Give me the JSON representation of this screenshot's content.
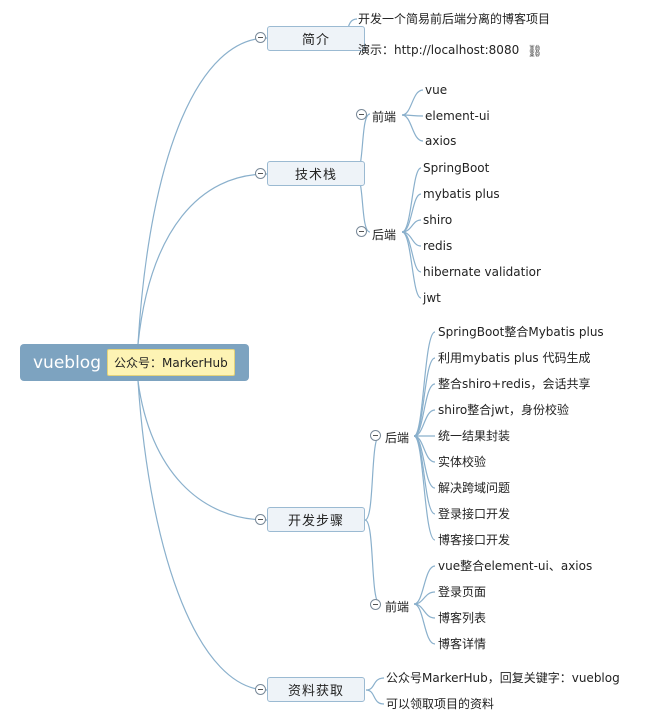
{
  "root": {
    "title": "vueblog",
    "note": "公众号：MarkerHub"
  },
  "intro": {
    "label": "简介",
    "items": [
      "开发一个简易前后端分离的博客项目",
      "演示：http://localhost:8080"
    ]
  },
  "tech": {
    "label": "技术栈",
    "frontend": {
      "label": "前端",
      "items": [
        "vue",
        "element-ui",
        "axios"
      ]
    },
    "backend": {
      "label": "后端",
      "items": [
        "SpringBoot",
        "mybatis plus",
        "shiro",
        "redis",
        "hibernate validatior",
        "jwt"
      ]
    }
  },
  "steps": {
    "label": "开发步骤",
    "backend": {
      "label": "后端",
      "items": [
        "SpringBoot整合Mybatis plus",
        "利用mybatis plus 代码生成",
        "整合shiro+redis，会话共享",
        "shiro整合jwt，身份校验",
        "统一结果封装",
        "实体校验",
        "解决跨域问题",
        "登录接口开发",
        "博客接口开发"
      ]
    },
    "frontend": {
      "label": "前端",
      "items": [
        "vue整合element-ui、axios",
        "登录页面",
        "博客列表",
        "博客详情"
      ]
    }
  },
  "resources": {
    "label": "资料获取",
    "items": [
      "公众号MarkerHub，回复关键字：vueblog",
      "可以领取项目的资料"
    ]
  },
  "icons": {
    "hyperlink": "link-icon",
    "collapse": "collapse-toggle-icon"
  }
}
